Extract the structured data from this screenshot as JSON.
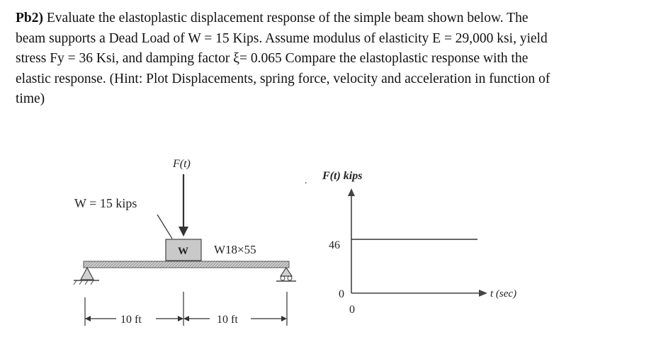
{
  "problem": {
    "label": "Pb2)",
    "line1": " Evaluate the elastoplastic displacement response of the simple beam shown below. The",
    "line2": "beam supports a Dead Load of W = 15 Kips. Assume modulus of elasticity E = 29,000 ksi, yield",
    "line3": "stress Fy = 36 Ksi, and damping factor ξ= 0.065    Compare the elastoplastic response with the",
    "line4": "elastic response. (Hint: Plot Displacements, spring force, velocity and acceleration in function of",
    "line5": "time)"
  },
  "beam_figure": {
    "force_label": "F(t)",
    "weight_label": "W = 15 kips",
    "block_label": "W",
    "section_label": "W18×55",
    "span_left": "10 ft",
    "span_right": "10 ft"
  },
  "load_graph": {
    "y_axis_label": "F(t) kips",
    "x_axis_label": "t (sec)",
    "level_value": "46",
    "y_origin": "0",
    "x_origin": "0",
    "stray_mark": "."
  }
}
